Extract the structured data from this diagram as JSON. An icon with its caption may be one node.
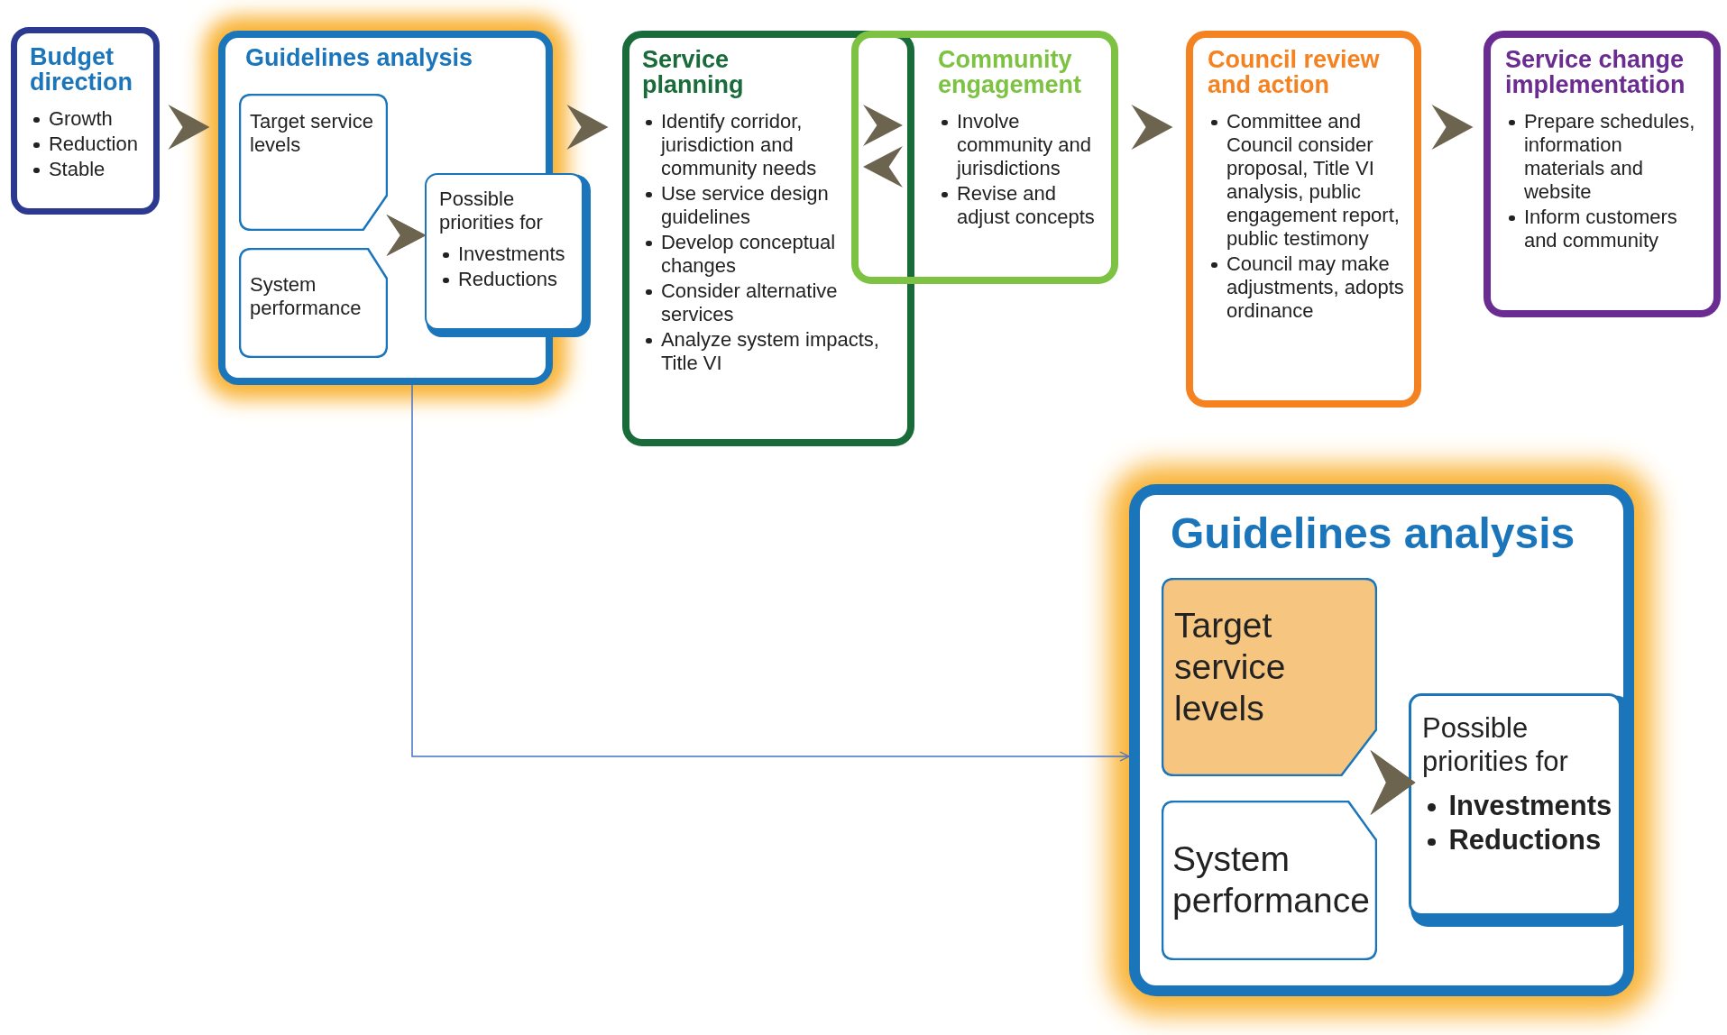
{
  "diagram": {
    "nodes": [
      {
        "text": [
          "Budget direction",
          "Growth",
          "Reduction",
          "Stable"
        ]
      },
      {
        "text": [
          "Guidelines analysis"
        ]
      },
      {
        "text": [
          "Target service levels"
        ],
        "in": 1
      },
      {
        "text": [
          "System performance"
        ],
        "in": 1
      },
      {
        "text": [
          "Possible priorities for",
          "Investments",
          "Reductions"
        ],
        "in": 1
      },
      {
        "text": [
          "Service planning",
          "Identify corridor, jurisdiction and community needs",
          "Use service design guidelines",
          "Develop conceptual changes",
          "Consider alternative services",
          "Analyze system impacts, Title VI"
        ]
      },
      {
        "text": [
          "Community engagement",
          "Involve community and jurisdictions",
          "Revise and adjust concepts"
        ]
      },
      {
        "text": [
          "Council review and action",
          "Committee and Council consider proposal, Title VI analysis, public engagement report, public testimony",
          "Council may make adjustments, adopts ordinance"
        ]
      },
      {
        "text": [
          "Service change implementation",
          "Prepare schedules, information materials and website",
          "Inform customers and community"
        ]
      },
      {
        "text": [
          "Guidelines analysis"
        ]
      },
      {
        "text": [
          "Target service levels"
        ],
        "in": 9
      },
      {
        "text": [
          "System performance"
        ],
        "in": 9
      },
      {
        "text": [
          "Possible priorities for",
          "Investments",
          "Reductions"
        ],
        "in": 9
      }
    ],
    "edges": [
      {
        "from": 0,
        "to": 1,
        "arrow": "to"
      },
      {
        "from": 1,
        "to": 5,
        "arrow": "to"
      },
      {
        "from": 5,
        "to": 6,
        "arrow": "to"
      },
      {
        "from": 6,
        "to": 5,
        "arrow": "to"
      },
      {
        "from": 6,
        "to": 7,
        "arrow": "to"
      },
      {
        "from": 7,
        "to": 8,
        "arrow": "to"
      },
      {
        "from": 2,
        "to": 4,
        "arrow": "to"
      },
      {
        "from": 3,
        "to": 4,
        "arrow": "to"
      },
      {
        "from": 10,
        "to": 12,
        "arrow": "to"
      },
      {
        "from": 11,
        "to": 12,
        "arrow": "to"
      },
      {
        "from": 1,
        "to": 9,
        "arrow": "to",
        "color": "#4472c4"
      }
    ]
  }
}
